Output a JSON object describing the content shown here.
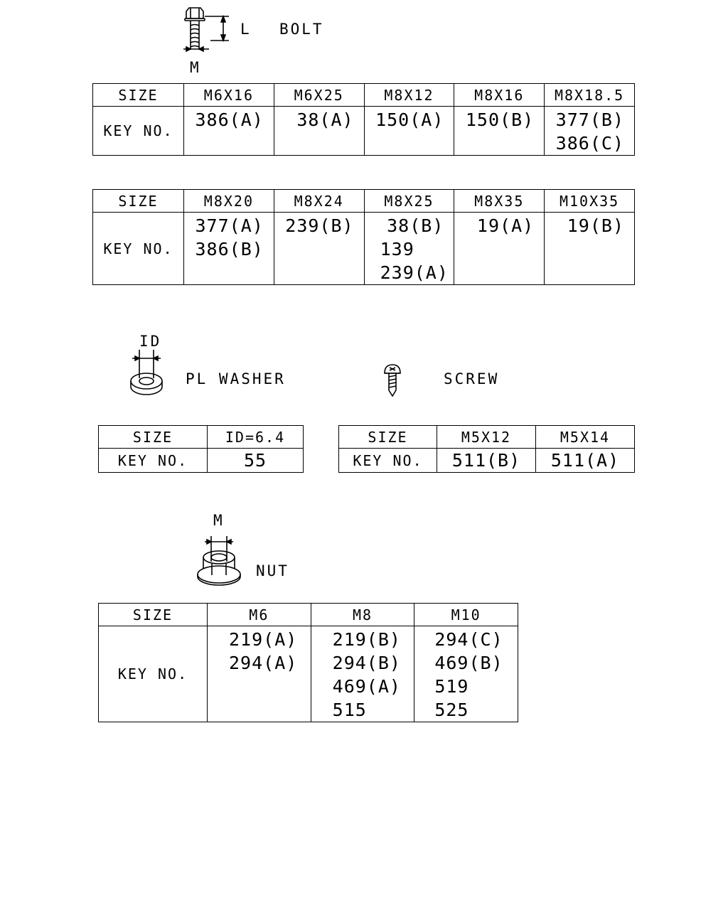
{
  "bolt": {
    "label": "BOLT",
    "dim_length": "L",
    "dim_thread": "M",
    "size_header": "SIZE",
    "key_header": "KEY NO.",
    "table1": [
      {
        "size": "M6X16",
        "keys": [
          "386(A)"
        ]
      },
      {
        "size": "M6X25",
        "keys": [
          "38(A)"
        ]
      },
      {
        "size": "M8X12",
        "keys": [
          "150(A)"
        ]
      },
      {
        "size": "M8X16",
        "keys": [
          "150(B)"
        ]
      },
      {
        "size": "M8X18.5",
        "keys": [
          "377(B)",
          "386(C)"
        ]
      }
    ],
    "table2": [
      {
        "size": "M8X20",
        "keys": [
          "377(A)",
          "386(B)"
        ]
      },
      {
        "size": "M8X24",
        "keys": [
          "239(B)"
        ]
      },
      {
        "size": "M8X25",
        "keys": [
          "38(B)",
          "139",
          "239(A)"
        ]
      },
      {
        "size": "M8X35",
        "keys": [
          "19(A)"
        ]
      },
      {
        "size": "M10X35",
        "keys": [
          "19(B)"
        ]
      }
    ]
  },
  "washer": {
    "label": "PL WASHER",
    "dim": "ID",
    "size_header": "SIZE",
    "key_header": "KEY NO.",
    "columns": [
      {
        "size": "ID=6.4",
        "keys": [
          "55"
        ]
      }
    ]
  },
  "screw": {
    "label": "SCREW",
    "size_header": "SIZE",
    "key_header": "KEY NO.",
    "columns": [
      {
        "size": "M5X12",
        "keys": [
          "511(B)"
        ]
      },
      {
        "size": "M5X14",
        "keys": [
          "511(A)"
        ]
      }
    ]
  },
  "nut": {
    "label": "NUT",
    "dim": "M",
    "size_header": "SIZE",
    "key_header": "KEY NO.",
    "columns": [
      {
        "size": "M6",
        "keys": [
          "219(A)",
          "294(A)"
        ]
      },
      {
        "size": "M8",
        "keys": [
          "219(B)",
          "294(B)",
          "469(A)",
          "515"
        ]
      },
      {
        "size": "M10",
        "keys": [
          "294(C)",
          "469(B)",
          "519",
          "525"
        ]
      }
    ]
  }
}
